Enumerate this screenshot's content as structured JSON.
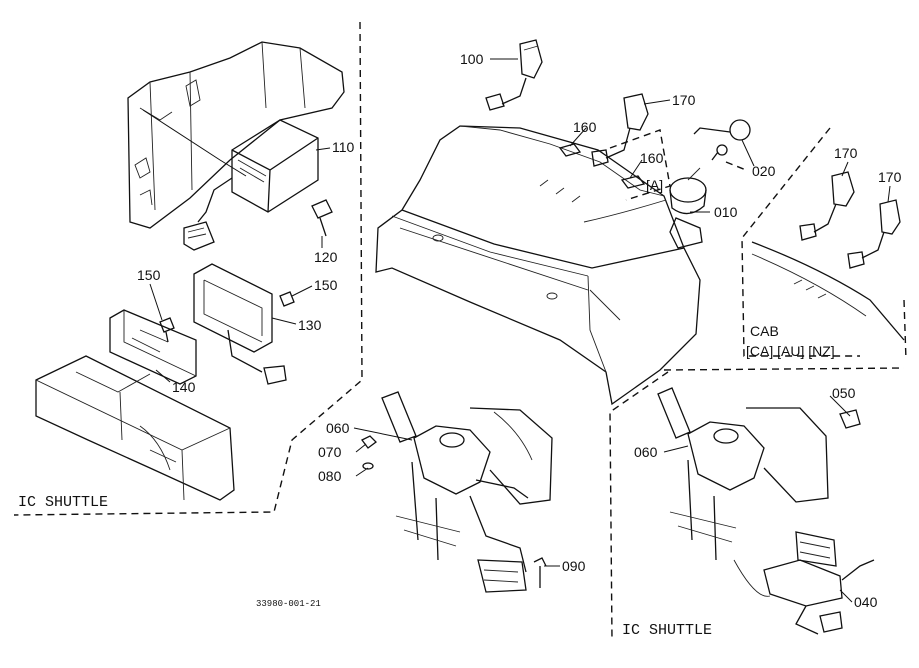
{
  "parts": {
    "p100": "100",
    "p170a": "170",
    "p160a": "160",
    "p160b": "160",
    "p_a": "[A]",
    "p020": "020",
    "p010": "010",
    "p170b": "170",
    "p170c": "170",
    "p110": "110",
    "p120": "120",
    "p150a": "150",
    "p150b": "150",
    "p130": "130",
    "p140": "140",
    "p060a": "060",
    "p070": "070",
    "p080": "080",
    "p090": "090",
    "p050": "050",
    "p060b": "060",
    "p040": "040"
  },
  "sections": {
    "ic_shuttle_left": "IC SHUTTLE",
    "ic_shuttle_right": "IC SHUTTLE",
    "cab_title": "CAB",
    "cab_variants": "[CA] [AU] [NZ]"
  },
  "drawing_number": "33980-001-21"
}
